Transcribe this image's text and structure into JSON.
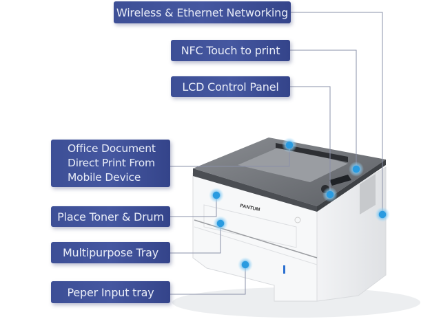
{
  "callouts": {
    "wireless": "Wireless & Ethernet Networking",
    "nfc": "NFC Touch to print",
    "lcd": "LCD Control Panel",
    "office_1": "Office Document",
    "office_2": "Direct Print From",
    "office_3": "Mobile Device",
    "toner": "Place Toner & Drum",
    "multipurpose": "Multipurpose Tray",
    "input": "Peper Input tray"
  },
  "product": {
    "brand": "PANTUM"
  },
  "colors": {
    "callout": "#3f5099",
    "dot": "#2a9be0",
    "line": "#8a90a8"
  }
}
